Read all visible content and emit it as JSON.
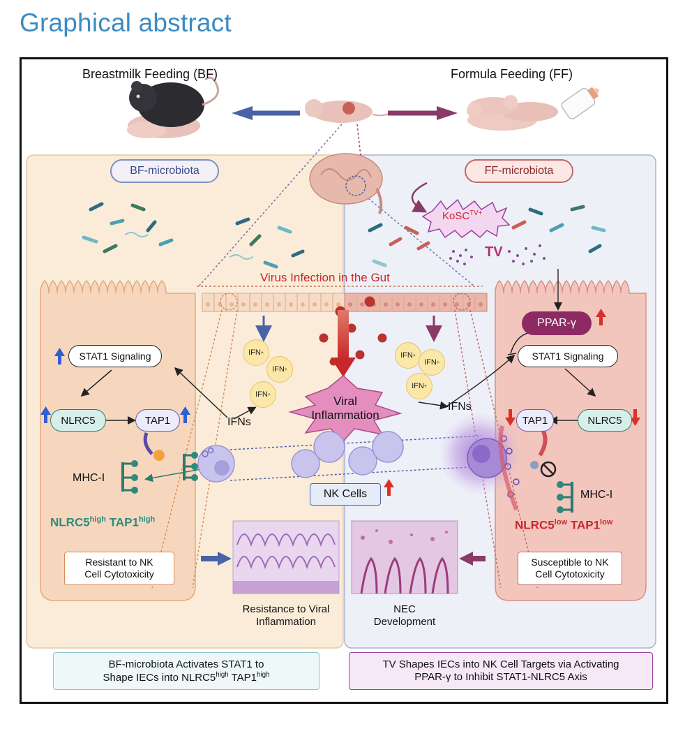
{
  "heading": "Graphical abstract",
  "top": {
    "bf_label": "Breastmilk Feeding (BF)",
    "ff_label": "Formula Feeding (FF)"
  },
  "left": {
    "microbiota_label": "BF-microbiota",
    "stat1": "STAT1 Signaling",
    "nlrc5": "NLRC5",
    "tap1": "TAP1",
    "mhc": "MHC-I",
    "ifns": "IFNs",
    "phenotype_a": "NLRC5",
    "phenotype_a_sup": "high",
    "phenotype_b": "TAP1",
    "phenotype_b_sup": "high",
    "outcome_line1": "Resistant to NK",
    "outcome_line2": "Cell Cytotoxicity",
    "histology_caption_line1": "Resistance to Viral",
    "histology_caption_line2": "Inflammation"
  },
  "right": {
    "microbiota_label": "FF-microbiota",
    "kosc": "KoSC",
    "kosc_sup": "TV+",
    "tv": "TV",
    "pparg": "PPAR-γ",
    "stat1": "STAT1 Signaling",
    "nlrc5": "NLRC5",
    "tap1": "TAP1",
    "mhc": "MHC-I",
    "ifns": "IFNs",
    "phenotype_a": "NLRC5",
    "phenotype_a_sup": "low",
    "phenotype_b": "TAP1",
    "phenotype_b_sup": "low",
    "outcome_line1": "Susceptible to NK",
    "outcome_line2": "Cell Cytotoxicity",
    "histology_caption_line1": "NEC",
    "histology_caption_line2": "Development"
  },
  "center": {
    "virus_label": "Virus Infection in the Gut",
    "inflammation_line1": "Viral",
    "inflammation_line2": "Inflammation",
    "nk_label": "NK Cells",
    "ifn_text": "IFN",
    "ifn_sup": "+"
  },
  "summary": {
    "left_line1": "BF-microbiota Activates STAT1 to",
    "left_line2": "Shape IECs into NLRC5",
    "left_sup1": "high",
    "left_mid": " TAP1",
    "left_sup2": "high",
    "right_line1": "TV Shapes IECs into NK Cell Targets via Activating",
    "right_line2": "PPAR-γ to Inhibit STAT1-NLRC5 Axis"
  },
  "colors": {
    "heading": "#3b8cc4",
    "bf_panel": "#faecd8",
    "ff_panel": "#eef0f8",
    "cell_left": "#f6d7bd",
    "cell_right": "#f2c6bd",
    "up_arrow_blue": "#2f5fd0",
    "down_arrow_red": "#d8302a",
    "teal_text": "#2d8a7c",
    "red_text": "#c8282a",
    "pparg_fill": "#8e2a63",
    "tv_text": "#b0306b"
  }
}
